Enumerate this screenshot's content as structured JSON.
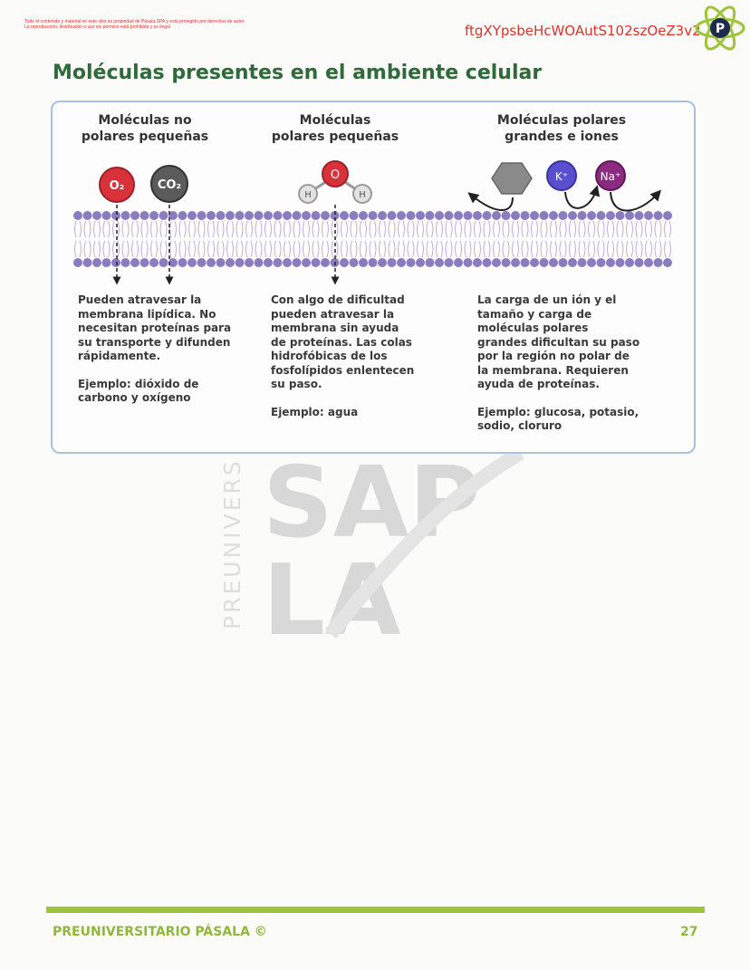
{
  "header": {
    "legal_line_1": "Todo el contenido y material en este sitio es propiedad de Pásala SPA y está protegido por derechos de autor.",
    "legal_line_2": "La reproducción, distribución o uso sin permiso está prohibida y es ilegal",
    "code": "ftgXYpsbeHcWOAutS102szOeZ3v2",
    "logo_letter": "P"
  },
  "title": "Moléculas presentes en el ambiente celular",
  "columns": [
    {
      "heading_1": "Moléculas no",
      "heading_2": "polares pequeñas",
      "text": "Pueden atravesar la membrana lipídica. No necesitan proteínas para su transporte y difunden rápidamente.",
      "example": "Ejemplo: dióxido de carbono y oxígeno"
    },
    {
      "heading_1": "Moléculas",
      "heading_2": "polares pequeñas",
      "text": "Con algo de dificultad pueden atravesar la membrana sin ayuda de proteínas. Las colas hidrofóbicas de los fosfolípidos enlentecen su paso.",
      "example": "Ejemplo: agua"
    },
    {
      "heading_1": "Moléculas polares",
      "heading_2": "grandes e iones",
      "text": "La carga de un ión y el tamaño y carga de moléculas polares grandes dificultan su paso por la región no polar de la membrana. Requieren ayuda de proteínas.",
      "example": "Ejemplo: glucosa, potasio, sodio, cloruro"
    }
  ],
  "molecules": {
    "o2": "O₂",
    "co2": "CO₂",
    "oxygen": "O",
    "hydrogen": "H",
    "potassium": "K⁺",
    "sodium": "Na⁺"
  },
  "watermark": {
    "side_text": "PREUNIVERS",
    "big_top": "SAP",
    "big_bottom": "LA"
  },
  "footer": {
    "left": "PREUNIVERSITARIO PÁSALA ©",
    "page": "27"
  },
  "colors": {
    "title_green": "#2f6b3a",
    "footer_green": "#9ec43b",
    "o2_red": "#d8323a",
    "co2_gray": "#5b5b5b",
    "k_purple": "#5a4fcf",
    "na_magenta": "#8c2a82",
    "membrane_purple": "#8a7cc0"
  }
}
